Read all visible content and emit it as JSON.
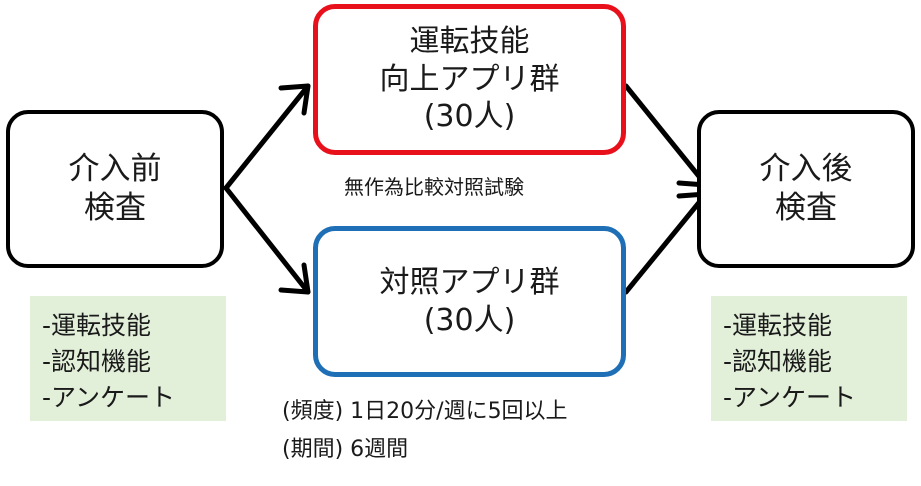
{
  "pre_test": {
    "lines": [
      "介入前",
      "検査"
    ]
  },
  "post_test": {
    "lines": [
      "介入後",
      "検査"
    ]
  },
  "treatment_group": {
    "lines": [
      "運転技能",
      "向上アプリ群",
      "(30人)"
    ],
    "border_color": "#e8101b"
  },
  "control_group": {
    "lines": [
      "対照アプリ群",
      "(30人)"
    ],
    "border_color": "#1e6fb5"
  },
  "design_label": "無作為比較対照試験",
  "schedule": {
    "frequency": "(頻度) 1日20分/週に5回以上",
    "period": "(期間) 6週間"
  },
  "measures_pre": [
    "-運転技能",
    "-認知機能",
    "-アンケート"
  ],
  "measures_post": [
    "-運転技能",
    "-認知機能",
    "-アンケート"
  ],
  "colors": {
    "measures_bg": "#e2efd9",
    "arrow": "#000000"
  }
}
